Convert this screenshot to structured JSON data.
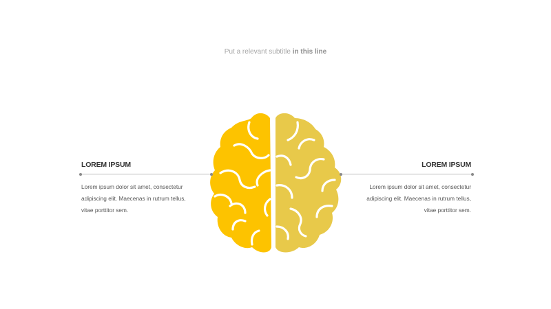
{
  "subtitle": {
    "regular": "Put a relevant subtitle",
    "bold": "in this line"
  },
  "left_block": {
    "title": "LOREM IPSUM",
    "lines": [
      "Lorem ipsum dolor sit amet, consectetur",
      "adipiscing elit. Maecenas in rutrum tellus,",
      "vitae porttitor sem."
    ]
  },
  "right_block": {
    "title": "LOREM IPSUM",
    "lines": [
      "Lorem ipsum dolor sit amet, consectetur",
      "adipiscing elit. Maecenas in rutrum tellus,",
      "vitae porttitor sem."
    ]
  },
  "colors": {
    "left_hemisphere": "#FDC300",
    "right_hemisphere": "#E8C94A",
    "connector": "#B9B9B9"
  },
  "icons": [
    "brain-icon"
  ]
}
